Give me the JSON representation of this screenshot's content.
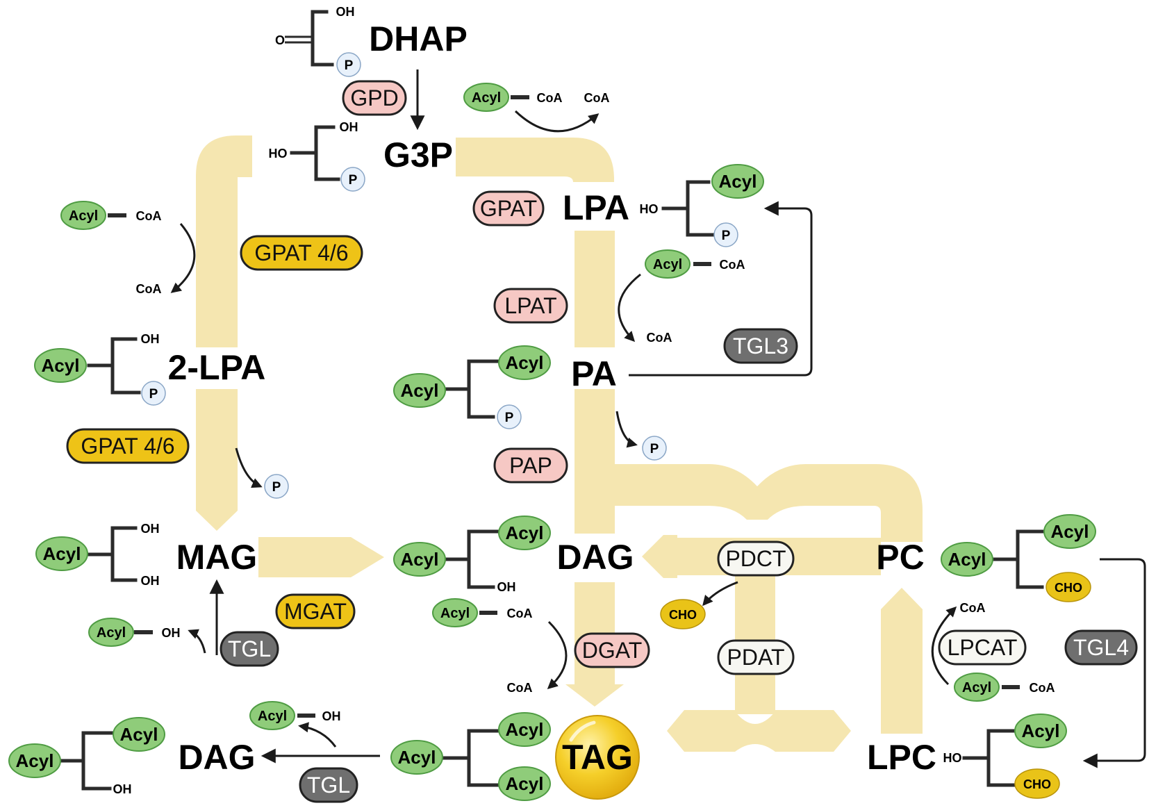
{
  "metabolites": {
    "dhap": "DHAP",
    "g3p": "G3P",
    "lpa": "LPA",
    "lpa2": "2-LPA",
    "pa": "PA",
    "mag": "MAG",
    "dag_center": "DAG",
    "pc": "PC",
    "tag": "TAG",
    "lpc": "LPC",
    "dag_bottom": "DAG"
  },
  "enzymes": {
    "gpd": "GPD",
    "gpat": "GPAT",
    "gpat46_top": "GPAT 4/6",
    "gpat46_bottom": "GPAT 4/6",
    "lpat": "LPAT",
    "tgl3": "TGL3",
    "pap": "PAP",
    "pdct": "PDCT",
    "pdat": "PDAT",
    "mgat": "MGAT",
    "tgl_mag": "TGL",
    "dgat": "DGAT",
    "lpcat": "LPCAT",
    "tgl4": "TGL4",
    "tgl_bottom": "TGL"
  },
  "groups": {
    "acyl": "Acyl",
    "coa": "CoA",
    "oh": "OH",
    "ho": "HO",
    "o": "O",
    "p": "P",
    "cho": "CHO"
  },
  "colors": {
    "flow": "#f5e6b0",
    "acyl_fill": "#8fcc7a",
    "acyl_stroke": "#4f9c43",
    "pink_enzyme": "#f6c8c4",
    "gold_enzyme": "#eec317",
    "gray_enzyme": "#6f6f6f",
    "white_enzyme": "#f7f7f2",
    "phosphate_fill": "#e8f1fb",
    "cho_fill": "#e9c318",
    "tag_fill": "#f5cf2a"
  }
}
